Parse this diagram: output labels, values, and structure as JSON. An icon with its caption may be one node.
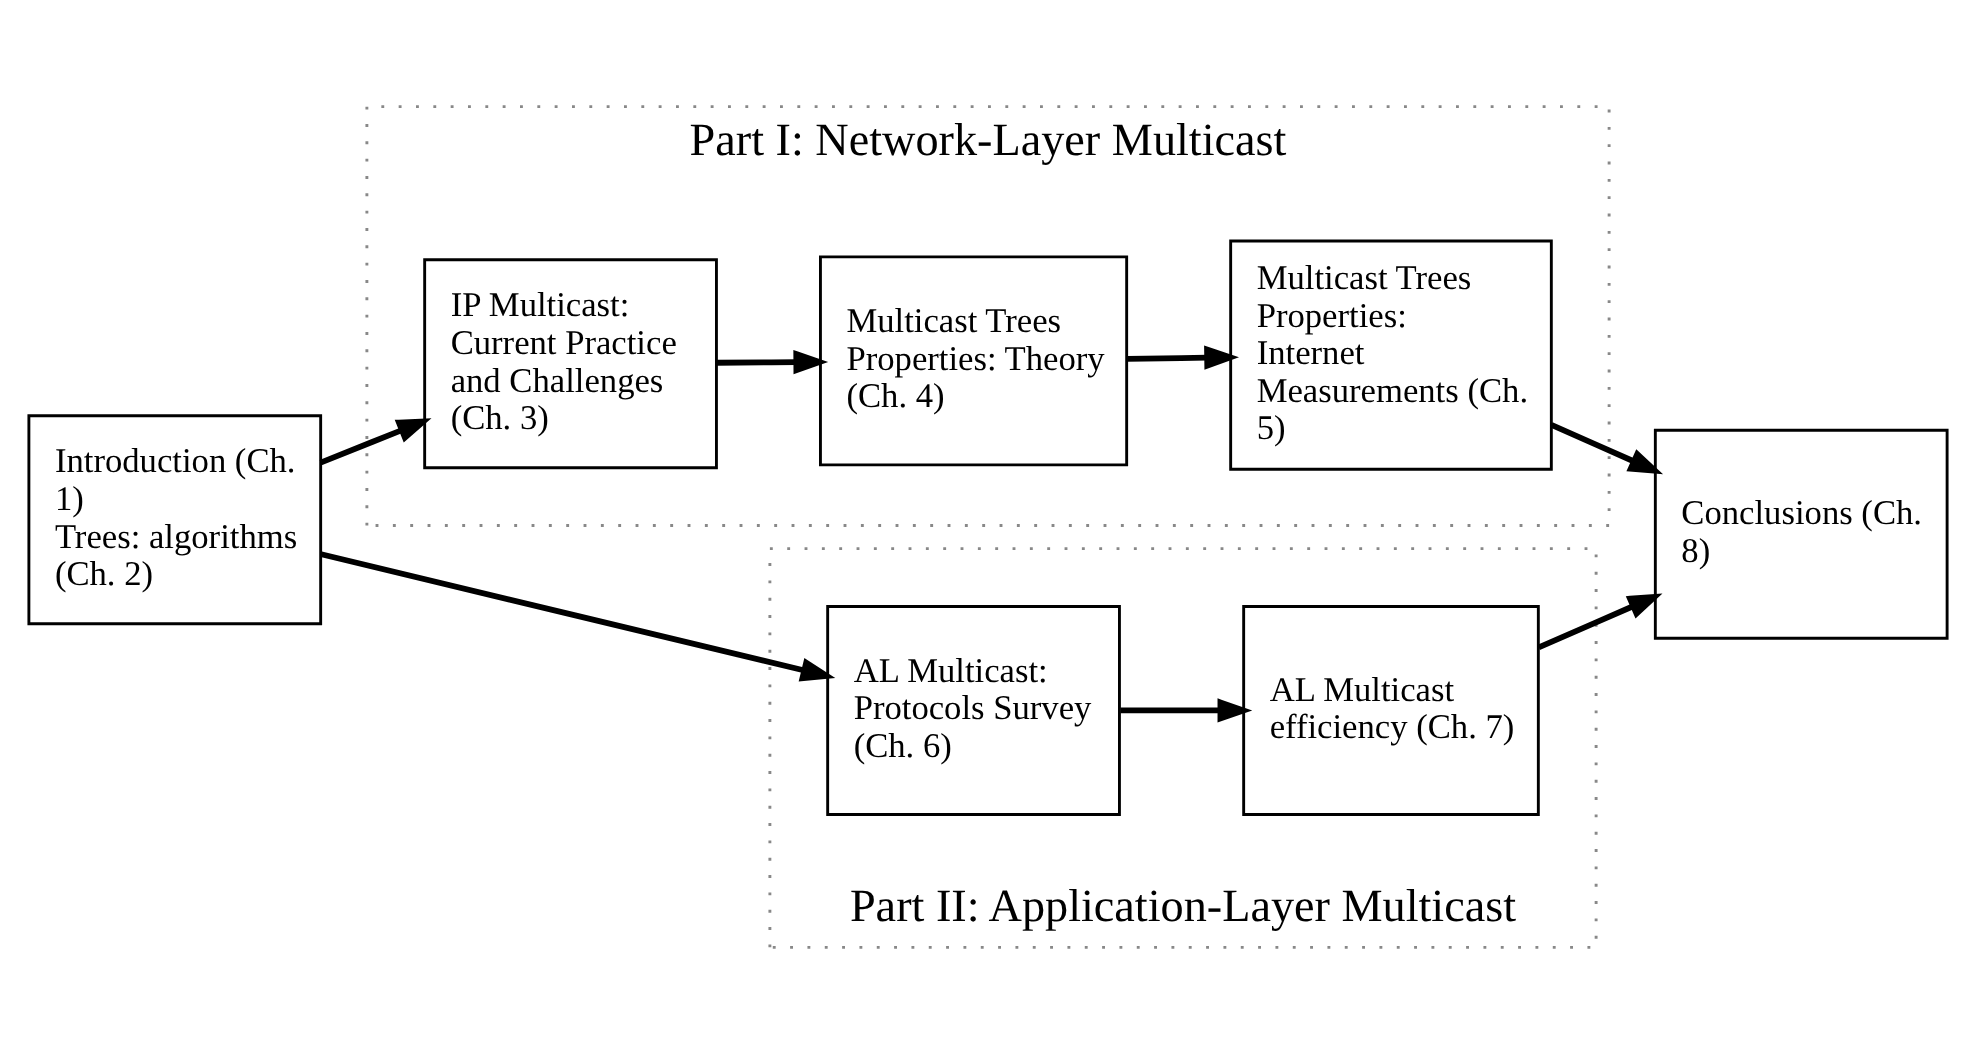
{
  "diagram": {
    "nodes": [
      {
        "text": [
          "Introduction (Ch. 1)",
          "Trees: algorithms (Ch. 2)"
        ]
      },
      {
        "text": [
          "Part I: Network-Layer Multicast"
        ]
      },
      {
        "text": [
          "IP Multicast: Current Practice and Challenges (Ch. 3)"
        ],
        "in": 1
      },
      {
        "text": [
          "Multicast Trees Properties: Theory (Ch. 4)"
        ],
        "in": 1
      },
      {
        "text": [
          "Multicast Trees Properties: Internet Measurements (Ch. 5)"
        ],
        "in": 1
      },
      {
        "text": [
          "Part II: Application-Layer Multicast"
        ]
      },
      {
        "text": [
          "AL Multicast: Protocols Survey (Ch. 6)"
        ],
        "in": 5
      },
      {
        "text": [
          "AL Multicast efficiency (Ch. 7)"
        ],
        "in": 5
      },
      {
        "text": [
          "Conclusions (Ch. 8)"
        ]
      }
    ],
    "edges": [
      {
        "from": 0,
        "to": 2,
        "arrow": "to"
      },
      {
        "from": 2,
        "to": 3,
        "arrow": "to"
      },
      {
        "from": 3,
        "to": 4,
        "arrow": "to"
      },
      {
        "from": 4,
        "to": 8,
        "arrow": "to"
      },
      {
        "from": 0,
        "to": 6,
        "arrow": "to"
      },
      {
        "from": 6,
        "to": 7,
        "arrow": "to"
      },
      {
        "from": 7,
        "to": 8,
        "arrow": "to"
      }
    ]
  }
}
